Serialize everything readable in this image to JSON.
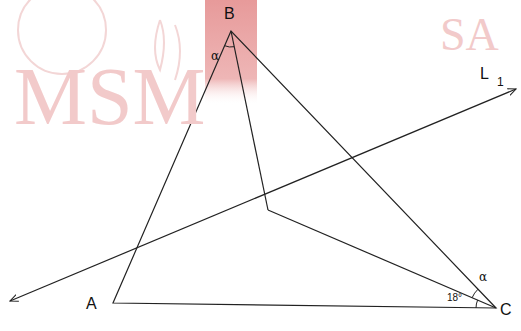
{
  "diagram": {
    "labels": [
      "MSM",
      "SA",
      "B",
      "A",
      "C",
      "α",
      "α",
      "18°",
      "L",
      "1"
    ]
  }
}
